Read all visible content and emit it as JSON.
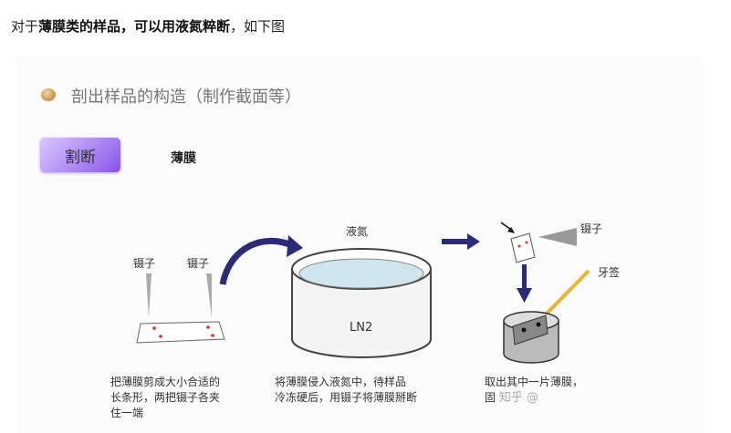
{
  "intro": {
    "prefix": "对于",
    "bold": "薄膜类的样品，可以用液氮粹断",
    "suffix": "，如下图"
  },
  "figure": {
    "heading": "剖出样品的构造（制作截面等）",
    "tab_label": "割断",
    "tab_title": "薄膜",
    "labels": {
      "tweezers_left": "镊子",
      "tweezers_right": "镊子",
      "liquid_nitrogen": "液氮",
      "ln2": "LN2",
      "tweezers_top": "镊子",
      "toothpick": "牙签"
    },
    "captions": {
      "step1": [
        "把薄膜剪成大小合适的",
        "长条形，两把镊子各夹",
        "住一端"
      ],
      "step2": [
        "将薄膜侵入液氮中，待样品",
        "冷冻硬后，用镊子将薄膜掰断"
      ],
      "step3": [
        "取出其中一片薄膜，",
        "固"
      ],
      "watermark": "知乎 @"
    },
    "colors": {
      "arrow": "#2e2a7a",
      "tab": "#9b6cf0",
      "liquid": "#cfe6ee",
      "toothpick": "#f0b030"
    }
  }
}
